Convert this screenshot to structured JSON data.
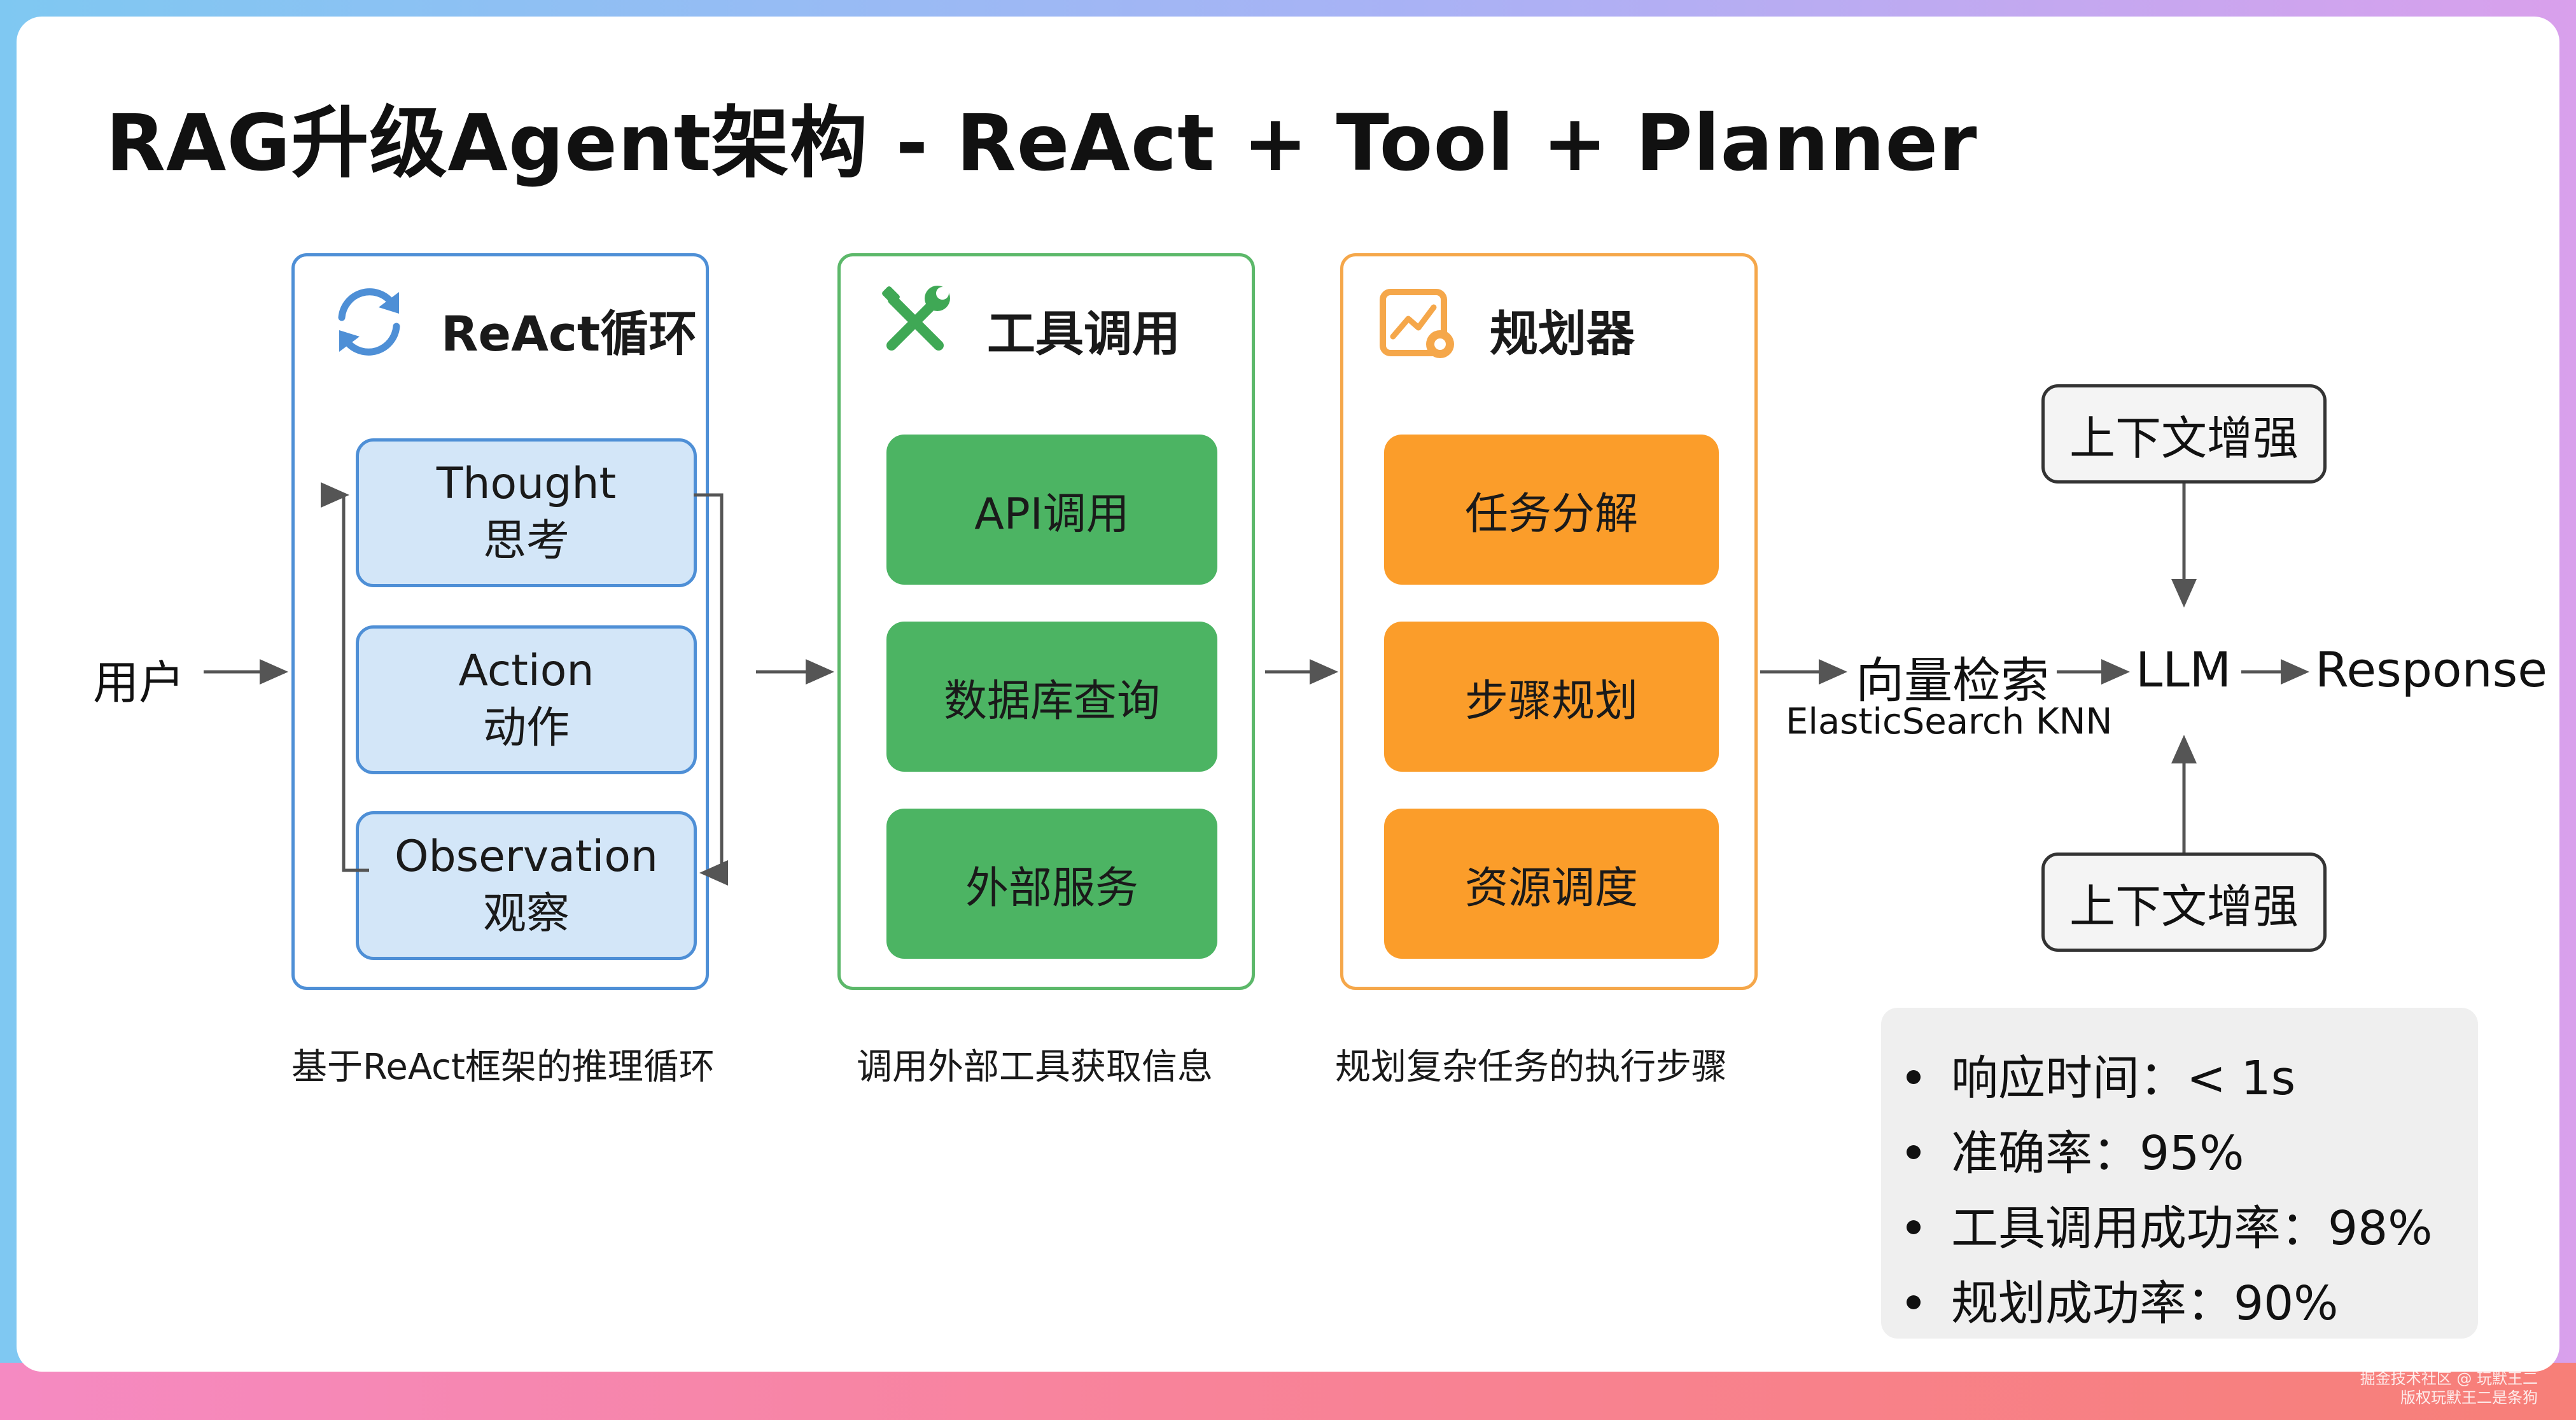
{
  "title": "RAG升级Agent架构 - ReAct + Tool + Planner",
  "user_label": "用户",
  "colors": {
    "react_blue": "#4e8fd6",
    "react_fill": "#d3e6f8",
    "tool_green": "#4cb463",
    "planner_orange": "#fb9d2a"
  },
  "panels": [
    {
      "title": "ReAct循环",
      "icon": "refresh-cycle-icon",
      "items": [
        {
          "en": "Thought",
          "zh": "思考"
        },
        {
          "en": "Action",
          "zh": "动作"
        },
        {
          "en": "Observation",
          "zh": "观察"
        }
      ],
      "caption": "基于ReAct框架的推理循环"
    },
    {
      "title": "工具调用",
      "icon": "wrench-screwdriver-icon",
      "items": [
        "API调用",
        "数据库查询",
        "外部服务"
      ],
      "caption": "调用外部工具获取信息"
    },
    {
      "title": "规划器",
      "icon": "planner-chart-gear-icon",
      "items": [
        "任务分解",
        "步骤规划",
        "资源调度"
      ],
      "caption": "规划复杂任务的执行步骤"
    }
  ],
  "pipeline": {
    "retrieval": "向量检索",
    "retrieval_sub": "ElasticSearch KNN",
    "llm": "LLM",
    "response": "Response",
    "context_top": "上下文增强",
    "context_bottom": "上下文增强"
  },
  "metrics": [
    "响应时间：< 1s",
    "准确率：95%",
    "工具调用成功率：98%",
    "规划成功率：90%"
  ],
  "watermark": [
    "掘金技术社区 @ 玩默王二",
    "版权玩默王二是条狗"
  ]
}
